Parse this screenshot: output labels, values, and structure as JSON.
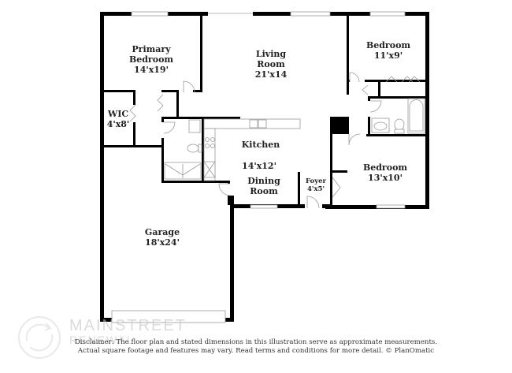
{
  "floorplan": {
    "rooms": [
      {
        "id": "primary-bedroom",
        "name": "Primary Bedroom",
        "name_line1": "Primary",
        "name_line2": "Bedroom",
        "dimensions": "14'x19'"
      },
      {
        "id": "living-room",
        "name": "Living Room",
        "name_line1": "Living",
        "name_line2": "Room",
        "dimensions": "21'x14"
      },
      {
        "id": "bedroom-2",
        "name": "Bedroom",
        "dimensions": "11'x9'"
      },
      {
        "id": "wic",
        "name": "WIC",
        "dimensions": "4'x8'"
      },
      {
        "id": "kitchen",
        "name": "Kitchen",
        "dimensions": "14'x12'"
      },
      {
        "id": "dining-room",
        "name": "Dining Room",
        "name_line1": "Dining",
        "name_line2": "Room"
      },
      {
        "id": "foyer",
        "name": "Foyer",
        "dimensions": "4'x5'"
      },
      {
        "id": "bedroom-3",
        "name": "Bedroom",
        "dimensions": "13'x10'"
      },
      {
        "id": "garage",
        "name": "Garage",
        "dimensions": "18'x24'"
      }
    ],
    "colors": {
      "wall": "#000000",
      "fixture": "#9a9a9a",
      "background": "#ffffff"
    }
  },
  "disclaimer": {
    "line1": "Disclaimer: The floor plan and stated dimensions in this illustration serve as approximate measurements.",
    "line2": "Actual square footage and features may vary. Read terms and conditions for more detail. © PlanOmatic"
  },
  "watermark": {
    "line1": "MAINSTREET",
    "line2": "RENEWAL"
  }
}
